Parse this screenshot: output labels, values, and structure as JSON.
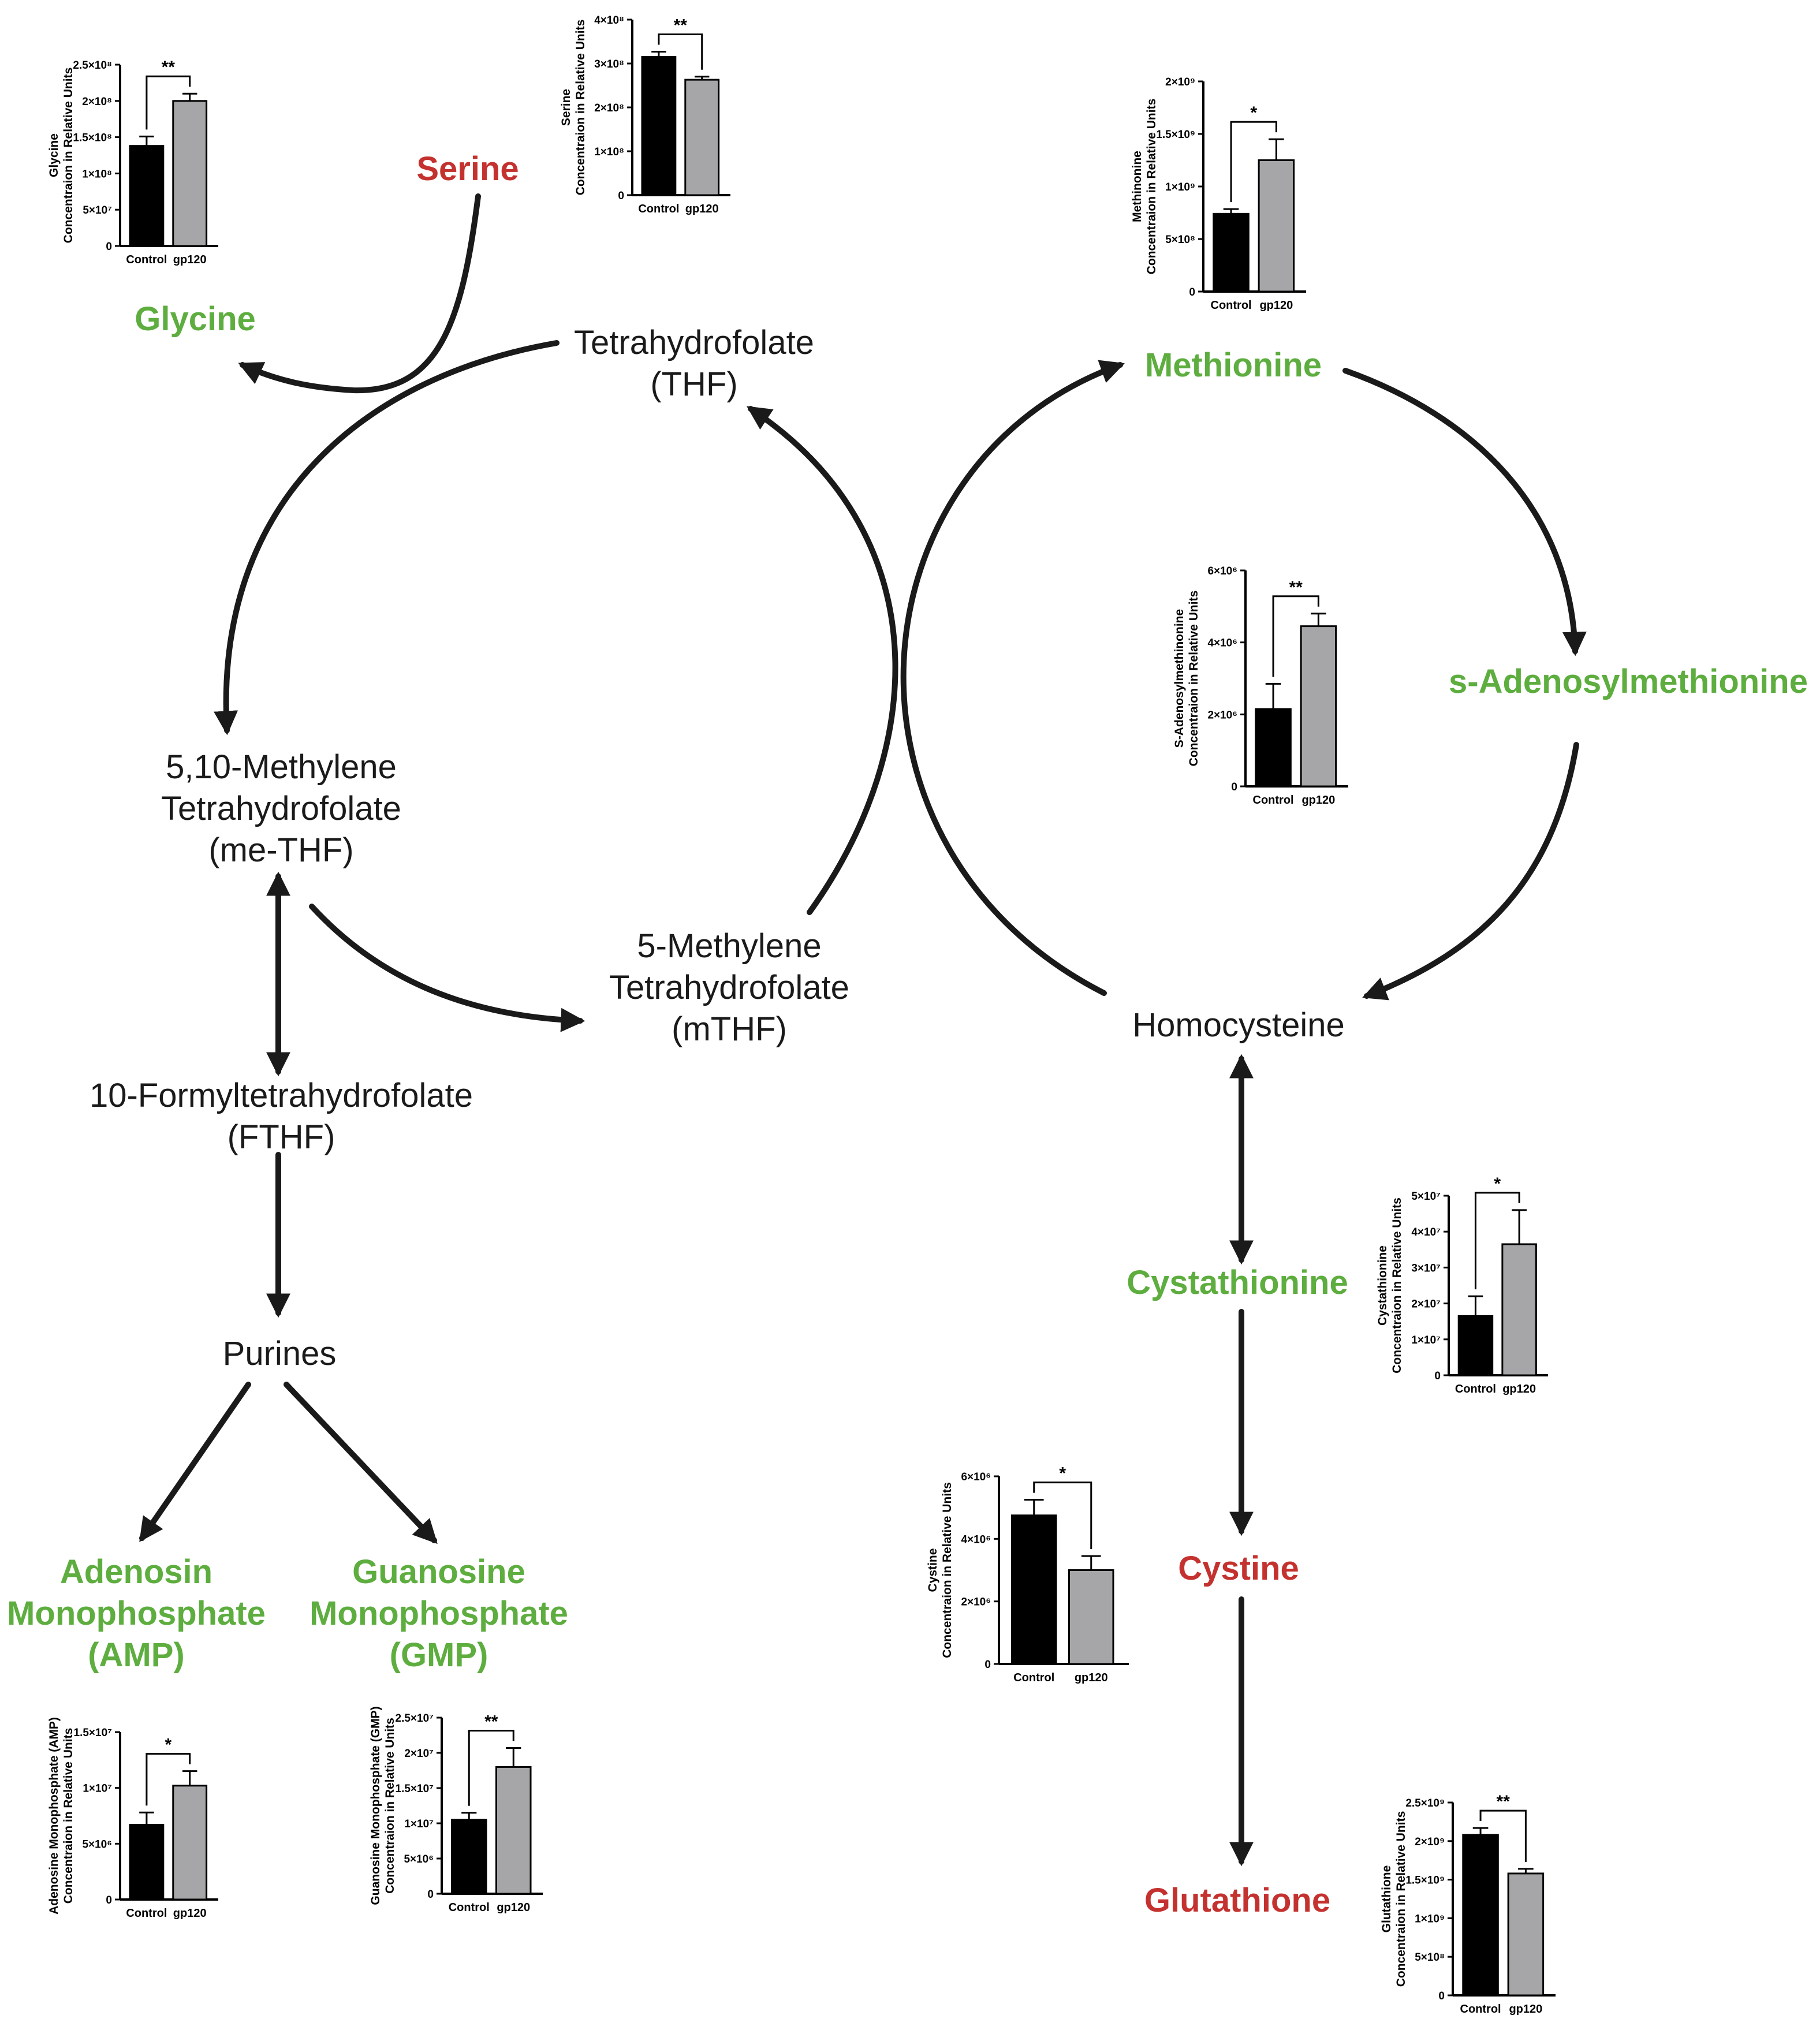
{
  "colors": {
    "increased": "#5dad3f",
    "decreased": "#c4322f",
    "text": "#1a1a1a",
    "control_bar": "#000000",
    "gp120_bar": "#a6a6a8"
  },
  "nodes": {
    "serine": "Serine",
    "glycine": "Glycine",
    "thf_l1": "Tetrahydrofolate",
    "thf_l2": "(THF)",
    "methionine": "Methionine",
    "sam": "s-Adenosylmethionine",
    "mthf_me_l1": "5,10-Methylene",
    "mthf_me_l2": "Tetrahydrofolate",
    "mthf_me_l3": "(me-THF)",
    "mthf_l1": "5-Methylene",
    "mthf_l2": "Tetrahydrofolate",
    "mthf_l3": "(mTHF)",
    "homocysteine": "Homocysteine",
    "fthf_l1": "10-Formyltetrahydrofolate",
    "fthf_l2": "(FTHF)",
    "purines": "Purines",
    "cystathionine": "Cystathionine",
    "amp_l1": "Adenosin",
    "amp_l2": "Monophosphate",
    "amp_l3": "(AMP)",
    "gmp_l1": "Guanosine",
    "gmp_l2": "Monophosphate",
    "gmp_l3": "(GMP)",
    "cystine": "Cystine",
    "glutathione": "Glutathione"
  },
  "chart_data": [
    {
      "id": "glycine",
      "type": "bar",
      "categories": [
        "Control",
        "gp120"
      ],
      "values": [
        138000000.0,
        200000000.0
      ],
      "errors": [
        13000000.0,
        10000000.0
      ],
      "ylim": [
        0,
        250000000.0
      ],
      "yticks": [
        0,
        50000000.0,
        100000000.0,
        150000000.0,
        200000000.0,
        250000000.0
      ],
      "ytick_labels": [
        "0",
        "5×10⁷",
        "1×10⁸",
        "1.5×10⁸",
        "2×10⁸",
        "2.5×10⁸"
      ],
      "ylabel": [
        "Glycine",
        "Concentraion in Relative Units"
      ],
      "significance": "**"
    },
    {
      "id": "serine",
      "type": "bar",
      "categories": [
        "Control",
        "gp120"
      ],
      "values": [
        315000000.0,
        263000000.0
      ],
      "errors": [
        12000000.0,
        7000000.0
      ],
      "ylim": [
        0,
        400000000.0
      ],
      "yticks": [
        0,
        100000000.0,
        200000000.0,
        300000000.0,
        400000000.0
      ],
      "ytick_labels": [
        "0",
        "1×10⁸",
        "2×10⁸",
        "3×10⁸",
        "4×10⁸"
      ],
      "ylabel": [
        "Serine",
        "Concentraion in Relative Units"
      ],
      "significance": "**"
    },
    {
      "id": "methionine",
      "type": "bar",
      "categories": [
        "Control",
        "gp120"
      ],
      "values": [
        740000000.0,
        1250000000.0
      ],
      "errors": [
        45000000.0,
        200000000.0
      ],
      "ylim": [
        0,
        2000000000.0
      ],
      "yticks": [
        0,
        500000000.0,
        1000000000.0,
        1500000000.0,
        2000000000.0
      ],
      "ytick_labels": [
        "0",
        "5×10⁸",
        "1×10⁹",
        "1.5×10⁹",
        "2×10⁹"
      ],
      "ylabel": [
        "Methinonine",
        "Concentraion in Relative Units"
      ],
      "significance": "*"
    },
    {
      "id": "sam",
      "type": "bar",
      "categories": [
        "Control",
        "gp120"
      ],
      "values": [
        2150000.0,
        4450000.0
      ],
      "errors": [
        700000.0,
        350000.0
      ],
      "ylim": [
        0,
        6000000.0
      ],
      "yticks": [
        0,
        2000000.0,
        4000000.0,
        6000000.0
      ],
      "ytick_labels": [
        "0",
        "2×10⁶",
        "4×10⁶",
        "6×10⁶"
      ],
      "ylabel": [
        "S-Adenosylmethinonine",
        "Concentraion in Relative Units"
      ],
      "significance": "**"
    },
    {
      "id": "cystathionine",
      "type": "bar",
      "categories": [
        "Control",
        "gp120"
      ],
      "values": [
        16500000.0,
        36500000.0
      ],
      "errors": [
        5500000.0,
        9500000.0
      ],
      "ylim": [
        0,
        50000000.0
      ],
      "yticks": [
        0,
        10000000.0,
        20000000.0,
        30000000.0,
        40000000.0,
        50000000.0
      ],
      "ytick_labels": [
        "0",
        "1×10⁷",
        "2×10⁷",
        "3×10⁷",
        "4×10⁷",
        "5×10⁷"
      ],
      "ylabel": [
        "Cystathionine",
        "Concentraion in Relative Units"
      ],
      "significance": "*"
    },
    {
      "id": "cystine",
      "type": "bar",
      "categories": [
        "Control",
        "gp120"
      ],
      "values": [
        4750000.0,
        3000000.0
      ],
      "errors": [
        500000.0,
        450000.0
      ],
      "ylim": [
        0,
        6000000.0
      ],
      "yticks": [
        0,
        2000000.0,
        4000000.0,
        6000000.0
      ],
      "ytick_labels": [
        "0",
        "2×10⁶",
        "4×10⁶",
        "6×10⁶"
      ],
      "ylabel": [
        "Cystine",
        "Concentraion in Relative Units"
      ],
      "significance": "*"
    },
    {
      "id": "amp",
      "type": "bar",
      "categories": [
        "Control",
        "gp120"
      ],
      "values": [
        6700000.0,
        10200000.0
      ],
      "errors": [
        1100000.0,
        1300000.0
      ],
      "ylim": [
        0,
        15000000.0
      ],
      "yticks": [
        0,
        5000000.0,
        10000000.0,
        15000000.0
      ],
      "ytick_labels": [
        "0",
        "5×10⁶",
        "1×10⁷",
        "1.5×10⁷"
      ],
      "ylabel": [
        "Adenosine Monophosphate (AMP)",
        "Concentraion in Relative Units"
      ],
      "significance": "*"
    },
    {
      "id": "gmp",
      "type": "bar",
      "categories": [
        "Control",
        "gp120"
      ],
      "values": [
        10500000.0,
        18000000.0
      ],
      "errors": [
        1000000.0,
        2700000.0
      ],
      "ylim": [
        0,
        25000000.0
      ],
      "yticks": [
        0,
        5000000.0,
        10000000.0,
        15000000.0,
        20000000.0,
        25000000.0
      ],
      "ytick_labels": [
        "0",
        "5×10⁶",
        "1×10⁷",
        "1.5×10⁷",
        "2×10⁷",
        "2.5×10⁷"
      ],
      "ylabel": [
        "Guanosine Monophosphate (GMP)",
        "Concentraion in Relative Units"
      ],
      "significance": "**"
    },
    {
      "id": "glutathione",
      "type": "bar",
      "categories": [
        "Control",
        "gp120"
      ],
      "values": [
        2080000000.0,
        1580000000.0
      ],
      "errors": [
        90000000.0,
        60000000.0
      ],
      "ylim": [
        0,
        2500000000.0
      ],
      "yticks": [
        0,
        500000000.0,
        1000000000.0,
        1500000000.0,
        2000000000.0,
        2500000000.0
      ],
      "ytick_labels": [
        "0",
        "5×10⁸",
        "1×10⁹",
        "1.5×10⁹",
        "2×10⁹",
        "2.5×10⁹"
      ],
      "ylabel": [
        "Glutathione",
        "Concentraion in Relative Units"
      ],
      "significance": "**"
    }
  ]
}
